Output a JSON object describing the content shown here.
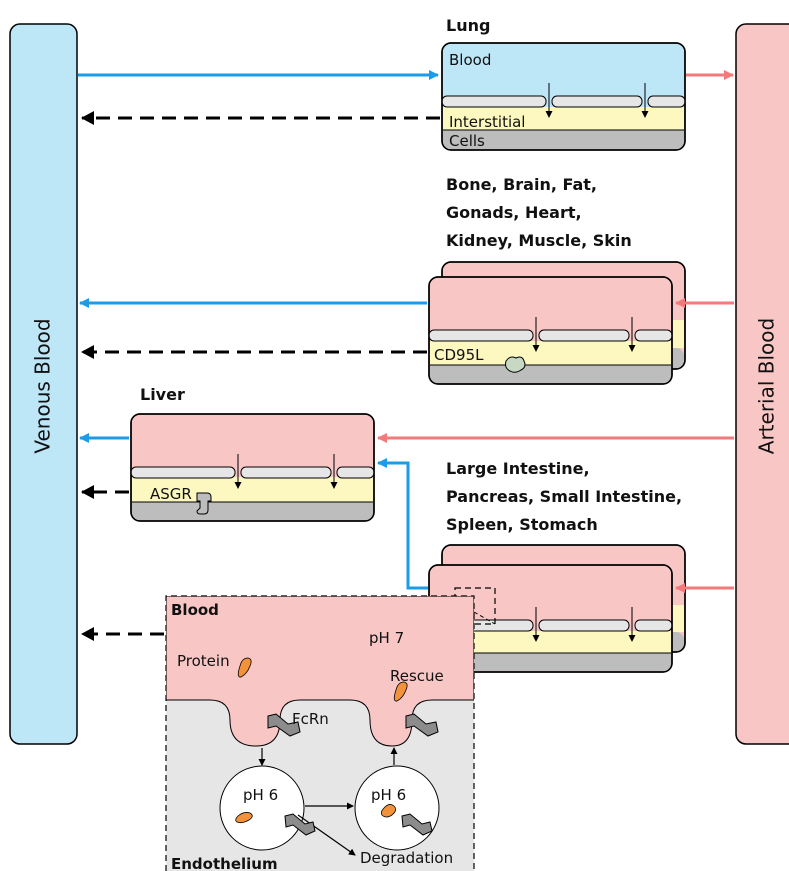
{
  "columns": {
    "venous": "Venous Blood",
    "arterial": "Arterial Blood"
  },
  "lung": {
    "title": "Lung",
    "blood": "Blood",
    "interstitial": "Interstitial",
    "cells": "Cells"
  },
  "tissues": {
    "title_lines": [
      "Bone, Brain, Fat,",
      "Gonads, Heart,",
      "Kidney, Muscle, Skin"
    ],
    "receptor": "CD95L"
  },
  "liver": {
    "title": "Liver",
    "receptor": "ASGR"
  },
  "gut": {
    "title_lines": [
      "Large Intestine,",
      "Pancreas, Small Intestine,",
      "Spleen, Stomach"
    ]
  },
  "inset": {
    "blood": "Blood",
    "ph_blood": "pH 7",
    "protein": "Protein",
    "rescue": "Rescue",
    "fcrn": "FcRn",
    "ph_endosome_1": "pH 6",
    "ph_endosome_2": "pH 6",
    "degradation": "Degradation",
    "endothelium": "Endothelium"
  },
  "colors": {
    "venous": "#bde6f7",
    "arterial": "#f9c6c6",
    "lung_blood": "#bde6f7",
    "tissue_blood": "#f9c6c6",
    "interstitial": "#fdf8c0",
    "cells": "#bdbdbd",
    "blue_arrow": "#1b9be8",
    "red_arrow": "#f27a7a",
    "protein": "#f2923a"
  }
}
